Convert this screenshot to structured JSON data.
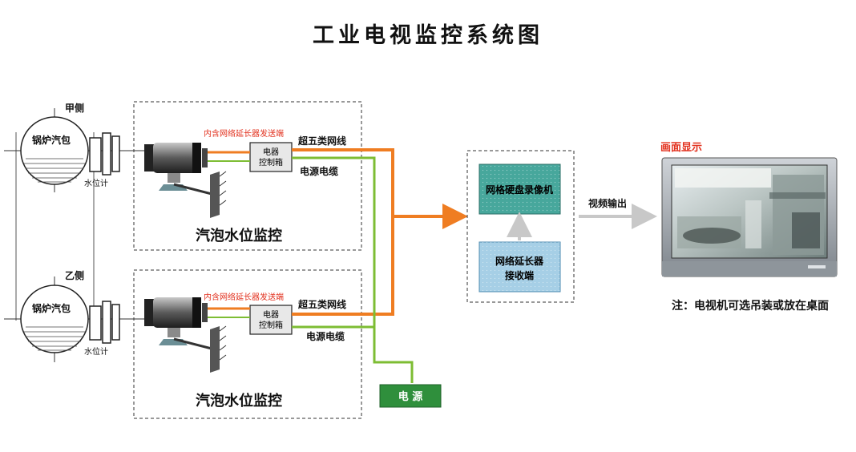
{
  "title": "工业电视监控系统图",
  "side_a": "甲侧",
  "side_b": "乙侧",
  "drum_label": "锅炉汽包",
  "gauge_label": "水位计",
  "sender_label": "内含网络延长器发送端",
  "controller_line1": "电器",
  "controller_line2": "控制箱",
  "cable_cat5": "超五类网线",
  "cable_power": "电源电缆",
  "zone_label": "汽泡水位监控",
  "nvr_label": "网格硬盘录像机",
  "receiver_line1": "网络延长器",
  "receiver_line2": "接收端",
  "video_out": "视频输出",
  "display_label": "画面显示",
  "power_label": "电  源",
  "note": "注：电视机可选吊装或放在桌面",
  "colors": {
    "network": "#ef7d22",
    "power": "#7dbd33",
    "nvr": "#47a79c",
    "receiver": "#a6cfe6",
    "power_box": "#2f8f3c",
    "display_red": "#e2301d"
  }
}
